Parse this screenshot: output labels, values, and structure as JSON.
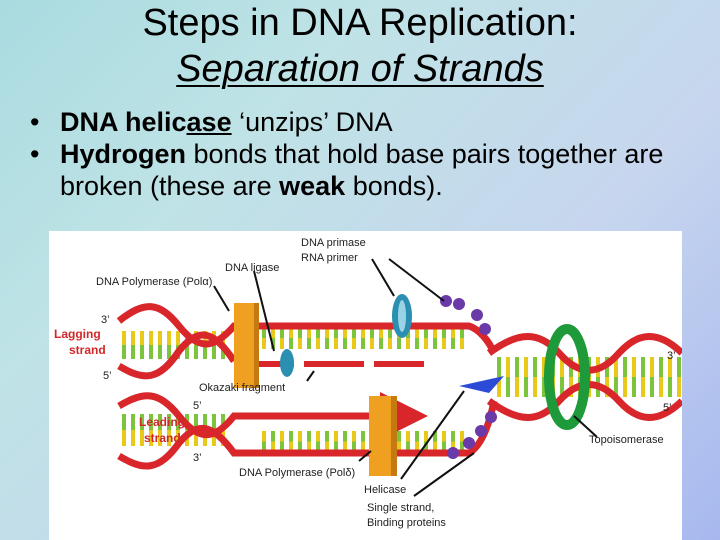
{
  "slide": {
    "title_line1": "Steps in DNA Replication:",
    "title_line2": "Separation of Strands",
    "bullet_symbol": "•",
    "bullet1": {
      "bold_a": "DNA helic",
      "bold_underline": "ase",
      "rest": " ‘unzips’ DNA"
    },
    "bullet2": {
      "bold": "Hydrogen",
      "text_a": " bonds that hold base pairs together are broken (these are ",
      "bold_b": "weak",
      "text_b": " bonds)."
    }
  },
  "diagram": {
    "labels": {
      "dna_primase": "DNA primase",
      "rna_primer": "RNA primer",
      "dna_ligase": "DNA ligase",
      "dna_pol_alpha": "DNA Polymerase (Polα)",
      "lagging_1": "Lagging",
      "lagging_2": "strand",
      "okazaki": "Okazaki fragment",
      "leading_1": "Leading",
      "leading_2": "strand",
      "dna_pol_delta": "DNA Polymerase (Polδ)",
      "helicase": "Helicase",
      "ssb_1": "Single strand,",
      "ssb_2": "Binding proteins",
      "topoisomerase": "Topoisomerase",
      "three_prime_a": "3’",
      "five_prime_a": "5’",
      "five_prime_b": "5’",
      "three_prime_b": "3’",
      "three_prime_right": "3’",
      "five_prime_right": "5’"
    },
    "colors": {
      "strand": "#d9262b",
      "base_yellow": "#e8c91a",
      "base_green": "#7cc43c",
      "polymerase": "#f0a020",
      "helicase": "#2b4bd6",
      "topoisomerase": "#1f9a3a",
      "ssb": "#6a3aa8",
      "ligase": "#2a8fb0",
      "primase": "#2a8fb0"
    }
  }
}
